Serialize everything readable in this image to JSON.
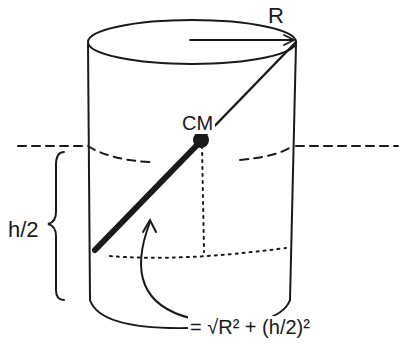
{
  "diagram": {
    "labels": [
      "R",
      "CM",
      "h/2",
      "= √R² + (h/2)²"
    ]
  }
}
